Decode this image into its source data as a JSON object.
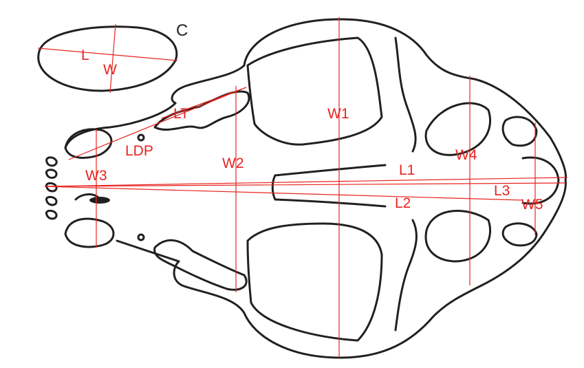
{
  "figure": {
    "panel_label": "C",
    "labels": {
      "L": "L",
      "W": "W",
      "LT": "LT",
      "LDP": "LDP",
      "W1": "W1",
      "W2": "W2",
      "W3": "W3",
      "W4": "W4",
      "W5": "W5",
      "L1": "L1",
      "L2": "L2",
      "L3": "L3"
    },
    "colors": {
      "measurement": "#e8231f",
      "outline": "#231f20"
    }
  }
}
